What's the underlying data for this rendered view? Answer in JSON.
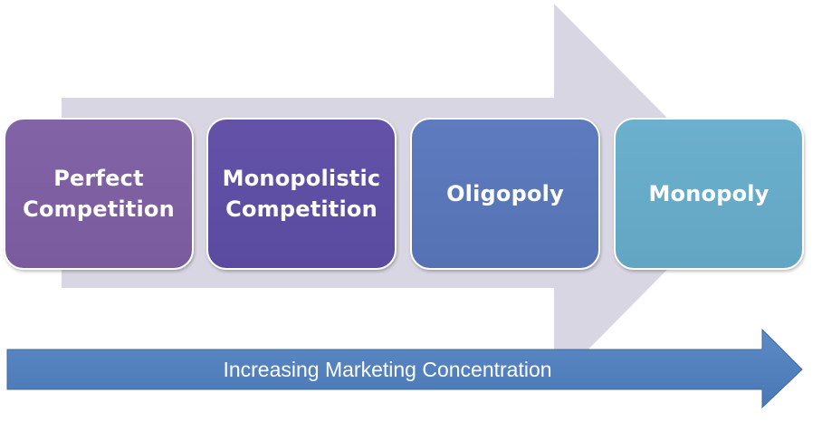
{
  "stages": [
    {
      "label": "Perfect\nCompetition",
      "color": "#7a5c9e"
    },
    {
      "label": "Monopolistic\nCompetition",
      "color": "#5a4ba0"
    },
    {
      "label": "Oligopoly",
      "color": "#5572b4"
    },
    {
      "label": "Monopoly",
      "color": "#62a6c3"
    }
  ],
  "bottom_arrow": {
    "label": "Increasing Marketing Concentration",
    "color": "#4f81bd"
  },
  "background_arrow_color": "#d8d6e2"
}
